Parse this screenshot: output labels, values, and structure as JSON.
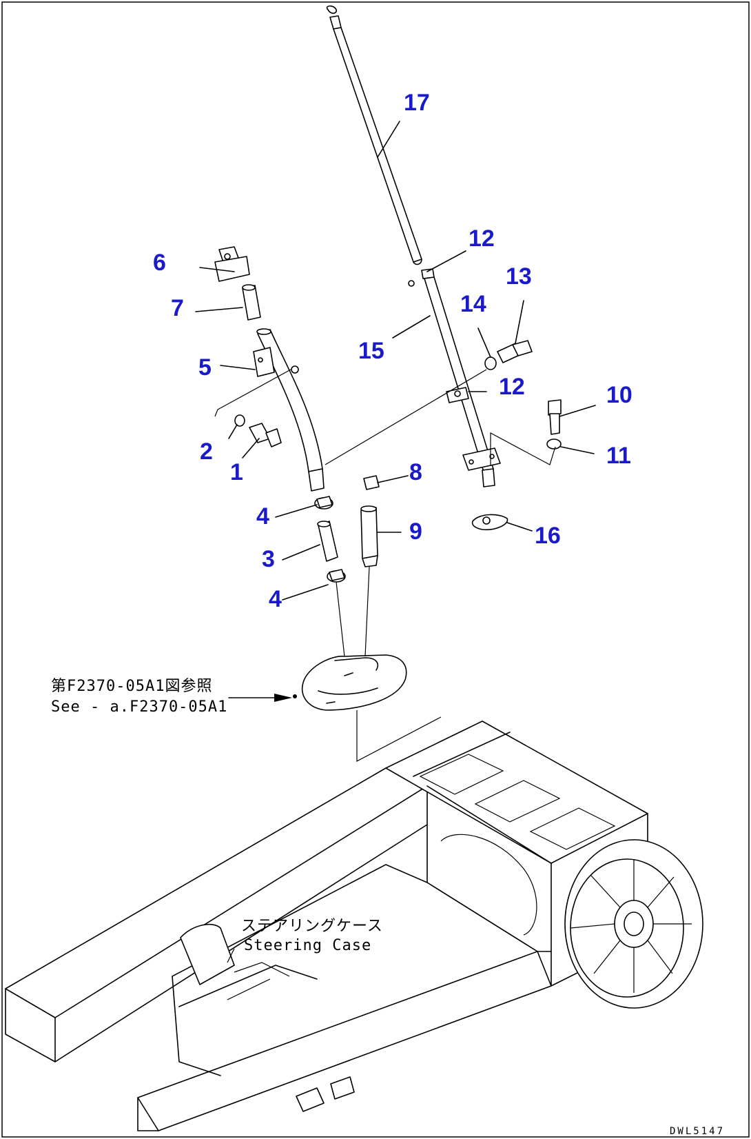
{
  "callouts": [
    {
      "id": "c17",
      "text": "17"
    },
    {
      "id": "c12a",
      "text": "12"
    },
    {
      "id": "c6",
      "text": "6"
    },
    {
      "id": "c13",
      "text": "13"
    },
    {
      "id": "c7",
      "text": "7"
    },
    {
      "id": "c14",
      "text": "14"
    },
    {
      "id": "c15",
      "text": "15"
    },
    {
      "id": "c5",
      "text": "5"
    },
    {
      "id": "c12b",
      "text": "12"
    },
    {
      "id": "c10",
      "text": "10"
    },
    {
      "id": "c2",
      "text": "2"
    },
    {
      "id": "c11",
      "text": "11"
    },
    {
      "id": "c1",
      "text": "1"
    },
    {
      "id": "c8",
      "text": "8"
    },
    {
      "id": "c4a",
      "text": "4"
    },
    {
      "id": "c9",
      "text": "9"
    },
    {
      "id": "c16",
      "text": "16"
    },
    {
      "id": "c3",
      "text": "3"
    },
    {
      "id": "c4b",
      "text": "4"
    }
  ],
  "reference_note": {
    "line1": "第F2370-05A1図参照",
    "line2": "See - a.F2370-05A1"
  },
  "steering_case_label": {
    "japanese": "ステアリングケース",
    "english": "Steering Case"
  },
  "drawing_code": "DWL5147",
  "colors": {
    "callout": "#1a1acc",
    "ink": "#000000",
    "paper": "#ffffff"
  }
}
